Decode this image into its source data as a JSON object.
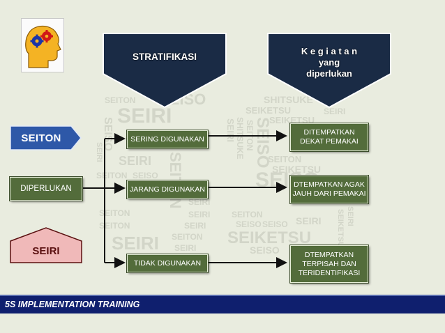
{
  "diagram": {
    "header_left": "STRATIFIKASI",
    "header_right": [
      "K e g i a t a n",
      "yang",
      "diperlukan"
    ],
    "tag_seiton": "SEITON",
    "input_label": "DIPERLUKAN",
    "tag_seiri": "SEIRI",
    "categories": [
      "SERING DIGUNAKAN",
      "JARANG DIGUNAKAN",
      "TIDAK  DIGUNAKAN"
    ],
    "actions": [
      [
        "DITEMPATKAN",
        "DEKAT PEMAKAI"
      ],
      [
        "DTEMPATKAN AGAK",
        "JAUH DARI PEMAKAI"
      ],
      [
        "DTEMPATKAN",
        "TERPISAH DAN",
        "TERIDENTIFIKASI"
      ]
    ],
    "watermark_words": [
      "SEITON",
      "SEIRI",
      "SEISO",
      "SEIKETSU",
      "SHITSUKE"
    ]
  },
  "footer": {
    "text": "5S IMPLEMENTATION TRAINING"
  },
  "colors": {
    "background": "#e9ecdf",
    "box_green": "#536c3b",
    "navy": "#1a2b45",
    "tag_blue": "#2e58a8",
    "seiri_fill": "#f0b9b9",
    "footer": "#0f1f6e"
  },
  "icons": {
    "logo": "head-with-gears-icon"
  }
}
